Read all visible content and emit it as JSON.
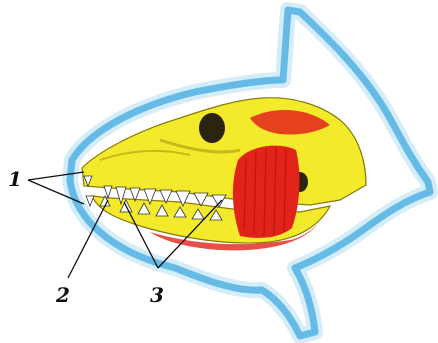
{
  "diagram": {
    "subject": "skull",
    "colors": {
      "outline": "#1f9ad6",
      "outline_light": "#9fd8f2",
      "bone": "#f4ea2c",
      "bone_shadow": "#c9b81a",
      "muscle": "#e2231a",
      "muscle_dark": "#a8120d",
      "teeth": "#ffffff",
      "ink": "#111111"
    },
    "labels": {
      "label_1": "1",
      "label_2": "2",
      "label_3": "3"
    }
  }
}
